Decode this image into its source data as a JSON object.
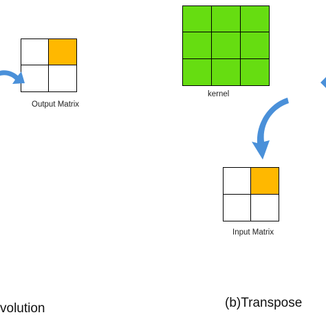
{
  "colors": {
    "highlight": "#FFB800",
    "kernel": "#66DD11",
    "cell": "#FFFFFF",
    "arrow": "#4A90D9"
  },
  "output_matrix": {
    "label": "Output Matrix",
    "rows": 2,
    "cols": 2,
    "highlight_cells": [
      [
        0,
        1
      ]
    ]
  },
  "kernel": {
    "label": "kernel",
    "rows": 3,
    "cols": 3
  },
  "input_matrix": {
    "label": "Input Matrix",
    "rows": 2,
    "cols": 2,
    "highlight_cells": [
      [
        0,
        1
      ]
    ]
  },
  "captions": {
    "left": "volution",
    "right": "(b)Transpose"
  }
}
